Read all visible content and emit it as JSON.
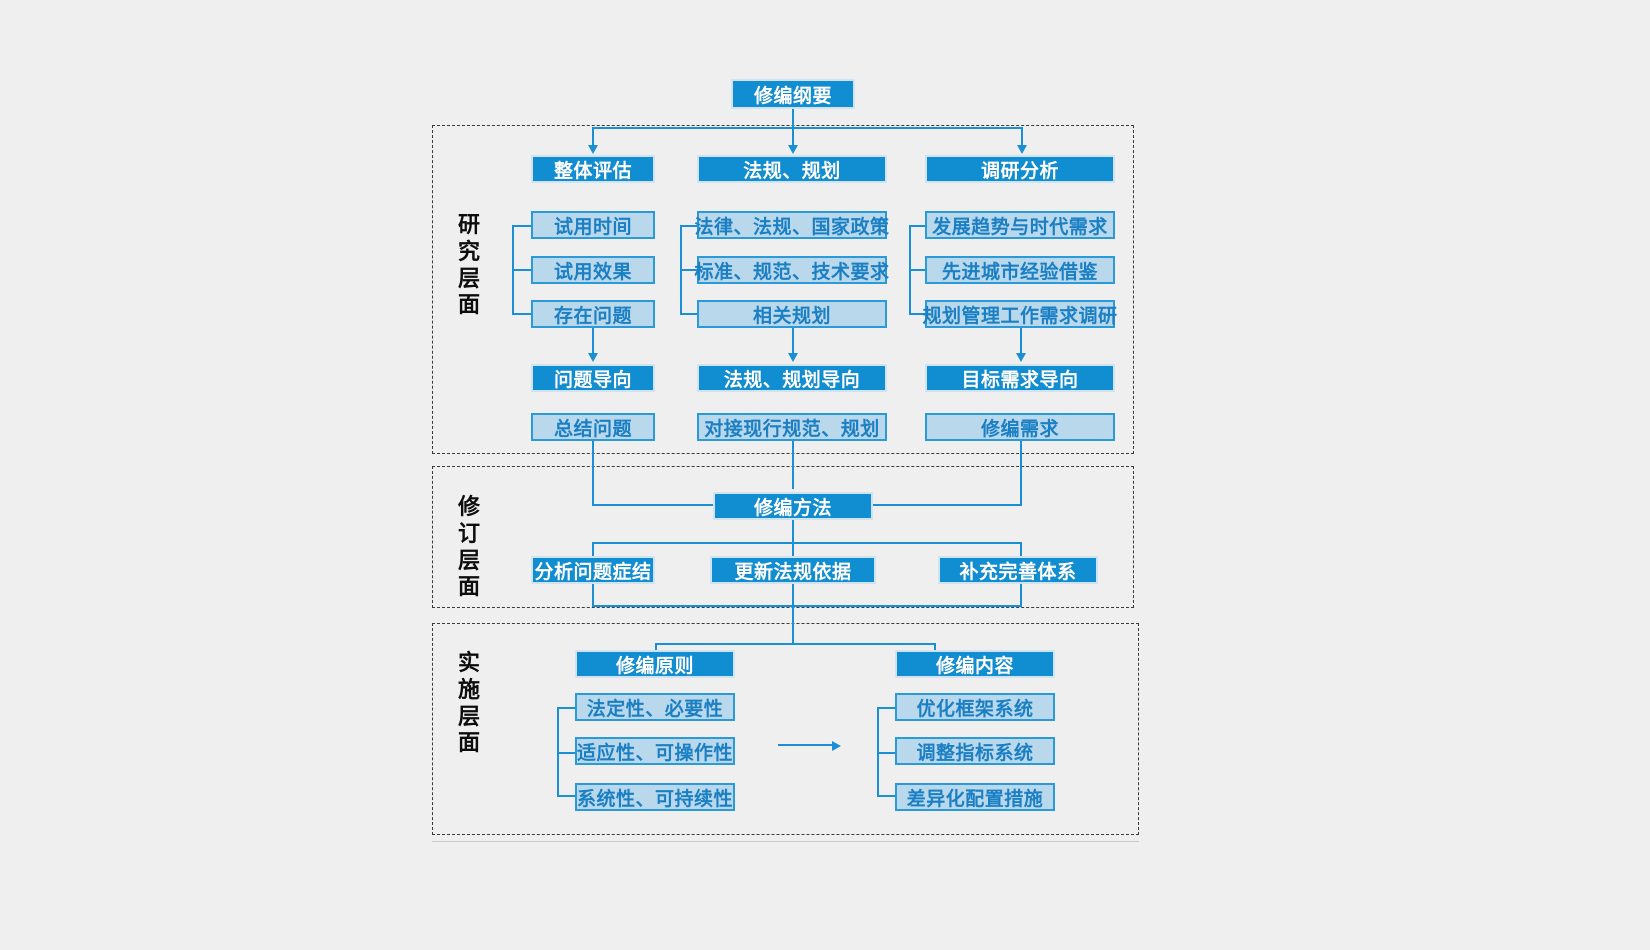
{
  "diagram": {
    "title": "修编纲要",
    "root": {
      "label": "修编纲要"
    },
    "layers": [
      {
        "id": "research",
        "label": "研究层面",
        "columns": [
          {
            "head": "整体评估",
            "items": [
              "试用时间",
              "试用效果",
              "存在问题"
            ],
            "orientation": "问题导向",
            "result": "总结问题"
          },
          {
            "head": "法规、规划",
            "items": [
              "法律、法规、国家政策",
              "标准、规范、技术要求",
              "相关规划"
            ],
            "orientation": "法规、规划导向",
            "result": "对接现行规范、规划"
          },
          {
            "head": "调研分析",
            "items": [
              "发展趋势与时代需求",
              "先进城市经验借鉴",
              "规划管理工作需求调研"
            ],
            "orientation": "目标需求导向",
            "result": "修编需求"
          }
        ]
      },
      {
        "id": "revision",
        "label": "修订层面",
        "head": "修编方法",
        "items": [
          "分析问题症结",
          "更新法规依据",
          "补充完善体系"
        ]
      },
      {
        "id": "implementation",
        "label": "实施层面",
        "groups": [
          {
            "head": "修编原则",
            "items": [
              "法定性、必要性",
              "适应性、可操作性",
              "系统性、可持续性"
            ]
          },
          {
            "head": "修编内容",
            "items": [
              "优化框架系统",
              "调整指标系统",
              "差异化配置措施"
            ]
          }
        ]
      }
    ],
    "colors": {
      "primary": "#118ed2",
      "light_fill": "#b9d8ec",
      "light_border": "#2a9ad8",
      "light_text": "#1b7fc4",
      "connector": "#1b8fd4",
      "panel_border": "#3a3a3a",
      "background": "#efefef"
    }
  }
}
